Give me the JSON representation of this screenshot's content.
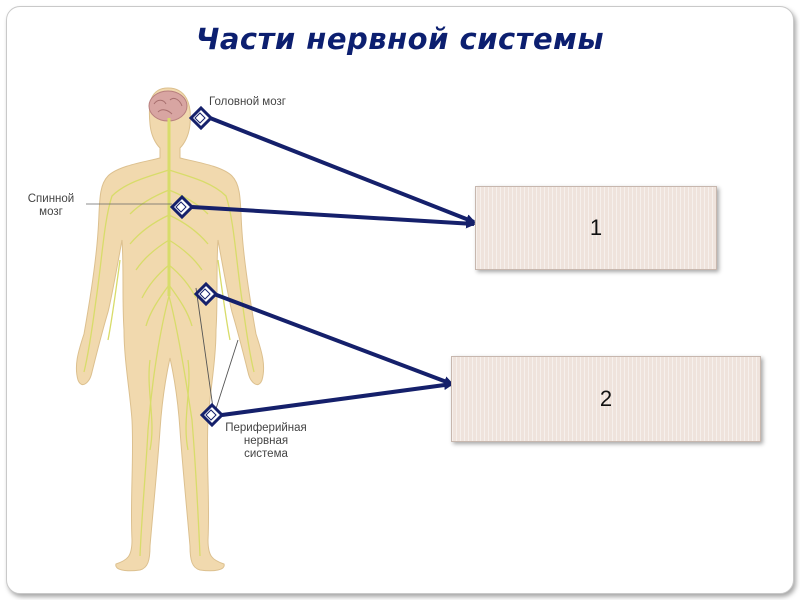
{
  "title": "Части нервной системы",
  "labels": {
    "brain": "Головной мозг",
    "spinal_cord_line1": "Спинной",
    "spinal_cord_line2": "мозг",
    "peripheral_line1": "Периферийная",
    "peripheral_line2": "нервная",
    "peripheral_line3": "система"
  },
  "boxes": {
    "box1": "1",
    "box2": "2"
  },
  "colors": {
    "title": "#0c1f70",
    "arrow": "#15206b",
    "box_fill": "#efe3dc",
    "body_skin": "#f1d9ae",
    "nerves": "#d8dc6a"
  }
}
